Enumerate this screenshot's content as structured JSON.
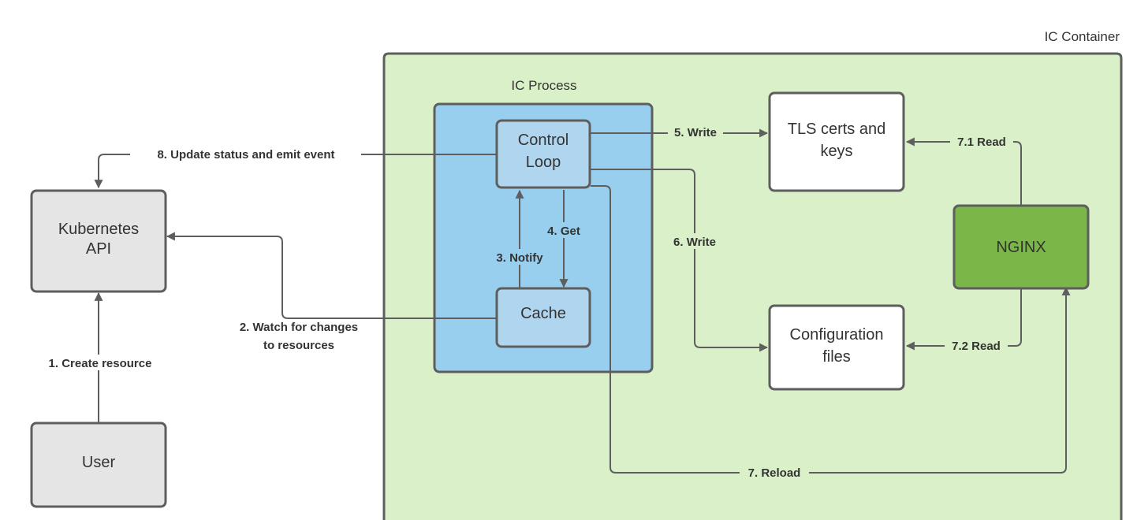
{
  "colors": {
    "container_fill": "#d9f0c8",
    "process_fill": "#99cfee",
    "inner_box_fill": "#b0d5ef",
    "external_box_fill": "#e5e5e5",
    "file_box_fill": "#ffffff",
    "nginx_fill": "#7ab648",
    "stroke": "#5e5e5e",
    "text": "#333333"
  },
  "groups": {
    "container": "IC Container",
    "process": "IC Process"
  },
  "nodes": {
    "kubernetes_api": [
      "Kubernetes",
      "API"
    ],
    "user": [
      "User"
    ],
    "control_loop": [
      "Control",
      "Loop"
    ],
    "cache": [
      "Cache"
    ],
    "tls": [
      "TLS certs and",
      "keys"
    ],
    "config": [
      "Configuration",
      "files"
    ],
    "nginx": [
      "NGINX"
    ]
  },
  "edges": {
    "e1": [
      "1. Create resource"
    ],
    "e2": [
      "2. Watch for changes",
      "to resources"
    ],
    "e3": [
      "3. Notify"
    ],
    "e4": [
      "4. Get"
    ],
    "e5": [
      "5. Write"
    ],
    "e6": [
      "6. Write"
    ],
    "e7": [
      "7. Reload"
    ],
    "e71": [
      "7.1 Read"
    ],
    "e72": [
      "7.2 Read"
    ],
    "e8": [
      "8. Update status and emit event"
    ]
  }
}
